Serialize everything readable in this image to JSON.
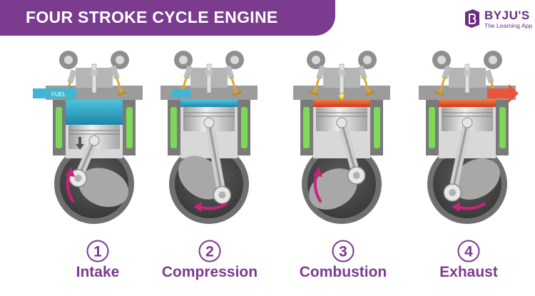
{
  "header": {
    "title": "FOUR STROKE CYCLE ENGINE",
    "banner_color": "#7b3b8f"
  },
  "logo": {
    "name": "BYJU'S",
    "tagline": "The Learning App",
    "mark_letter": "B",
    "color": "#6a2b83"
  },
  "fuel_label": "FUEL",
  "stages": [
    {
      "number": "1",
      "label": "Intake",
      "chamber_color": "#2aa6c6",
      "arrow": "fuel-in"
    },
    {
      "number": "2",
      "label": "Compression",
      "chamber_color": "#2aa6c6",
      "arrow": "none"
    },
    {
      "number": "3",
      "label": "Combustion",
      "chamber_color": "#e2512c",
      "arrow": "none"
    },
    {
      "number": "4",
      "label": "Exhaust",
      "chamber_color": "#e2512c",
      "arrow": "exhaust-out"
    }
  ],
  "colors": {
    "accent": "#7b3b8f",
    "intake_blue": "#3fb6d4",
    "exhaust_orange": "#e8553a",
    "coolant_green": "#7ed957",
    "rotation_arrow": "#c9237c",
    "metal": "#9a9a9a"
  }
}
